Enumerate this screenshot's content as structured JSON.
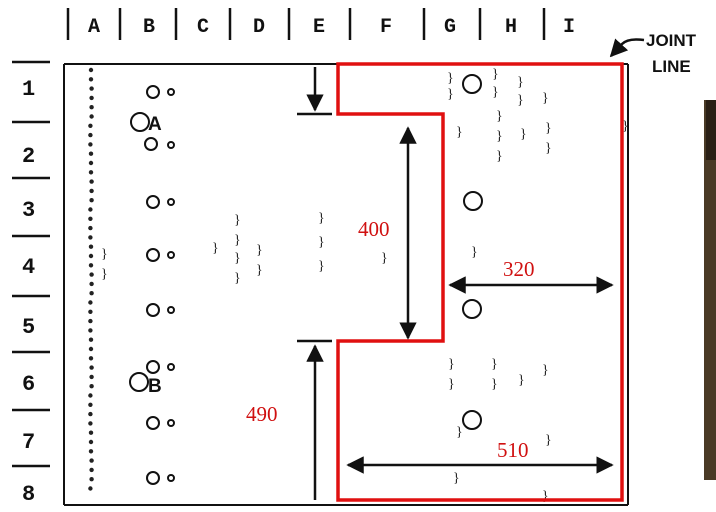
{
  "columns": [
    "A",
    "B",
    "C",
    "D",
    "E",
    "F",
    "G",
    "H",
    "I"
  ],
  "rows": [
    "1",
    "2",
    "3",
    "4",
    "5",
    "6",
    "7",
    "8"
  ],
  "joint_label": [
    "JOINT",
    "LINE"
  ],
  "hole_labels": {
    "a": "A",
    "b": "B"
  },
  "dimensions": {
    "d400": "400",
    "d320": "320",
    "d490": "490",
    "d510": "510"
  },
  "colors": {
    "outline": "#e01010",
    "dimension_text": "#d01010",
    "ink": "#111111",
    "photo_edge": "#4a3a26"
  },
  "icons": {
    "arrow": "arrow-icon",
    "rivet": "rivet-hole-icon"
  }
}
